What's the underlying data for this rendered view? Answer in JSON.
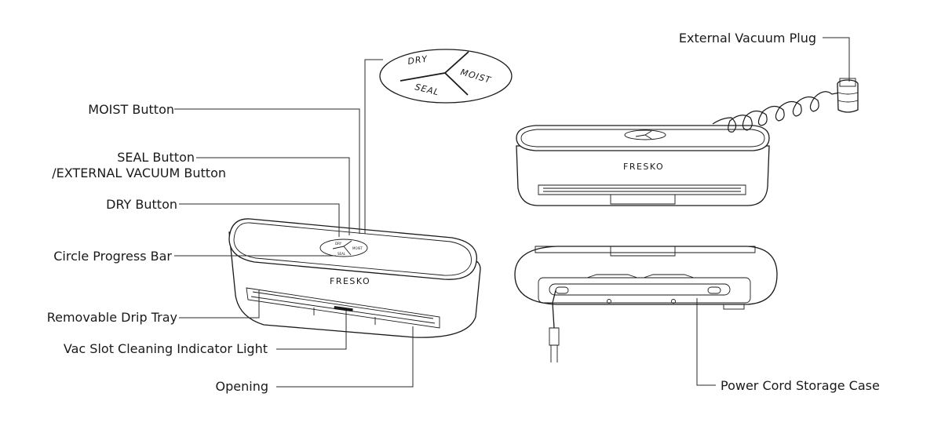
{
  "labels": {
    "external_vacuum_plug": "External Vacuum Plug",
    "moist_button": "MOIST Button",
    "seal_button_line1": "SEAL Button",
    "seal_button_line2": "/EXTERNAL VACUUM Button",
    "dry_button": "DRY Button",
    "circle_progress_bar": "Circle Progress Bar",
    "removable_drip_tray": "Removable Drip Tray",
    "vac_slot_cleaning_indicator": "Vac Slot Cleaning Indicator Light",
    "opening": "Opening",
    "power_cord_storage_case": "Power Cord Storage Case"
  },
  "control_panel": {
    "dry": "DRY",
    "moist": "MOIST",
    "seal": "SEAL"
  },
  "brand": "FRESKO"
}
